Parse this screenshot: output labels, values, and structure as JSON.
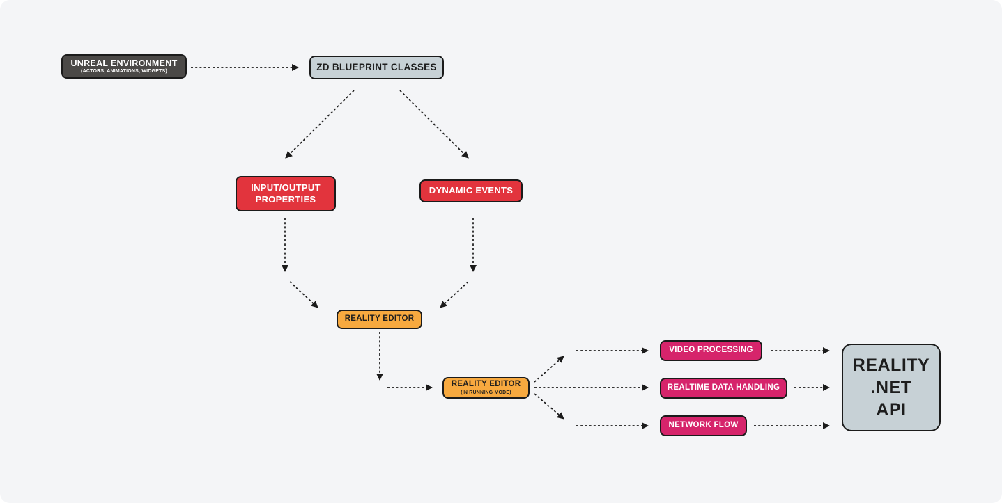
{
  "canvas": {
    "background": "#f4f5f7"
  },
  "colors": {
    "dark": "#4b4947",
    "slate": "#c7d1d6",
    "red": "#e2343d",
    "orange": "#f7a93f",
    "pink": "#d6246b",
    "arrow": "#1b1b1b",
    "node_border": "#1b1b1b"
  },
  "nodes": [
    {
      "id": "unreal-environment",
      "label": "UNREAL ENVIRONMENT",
      "sublabel": "(ACTORS, ANIMATIONS, WIDGETS)",
      "color_key": "dark",
      "text_color": "#ffffff"
    },
    {
      "id": "zd-blueprint-classes",
      "label": "ZD BLUEPRINT CLASSES",
      "color_key": "slate",
      "text_color": "#1d1d1d"
    },
    {
      "id": "input-output-properties",
      "label": "INPUT/OUTPUT PROPERTIES",
      "color_key": "red",
      "text_color": "#ffffff"
    },
    {
      "id": "dynamic-events",
      "label": "DYNAMIC EVENTS",
      "color_key": "red",
      "text_color": "#ffffff"
    },
    {
      "id": "reality-editor",
      "label": "REALITY EDITOR",
      "color_key": "orange",
      "text_color": "#201f1e"
    },
    {
      "id": "reality-editor-running",
      "label": "REALITY EDITOR",
      "sublabel": "(IN RUNNING MODE)",
      "color_key": "orange",
      "text_color": "#201f1e"
    },
    {
      "id": "video-processing",
      "label": "VIDEO PROCESSING",
      "color_key": "pink",
      "text_color": "#ffffff"
    },
    {
      "id": "realtime-data-handling",
      "label": "REALTIME DATA HANDLING",
      "color_key": "pink",
      "text_color": "#ffffff"
    },
    {
      "id": "network-flow",
      "label": "NETWORK FLOW",
      "color_key": "pink",
      "text_color": "#ffffff"
    },
    {
      "id": "reality-net-api",
      "label": "REALITY .NET API",
      "lines": [
        "REALITY",
        ".NET",
        "API"
      ],
      "color_key": "slate",
      "text_color": "#1d1d1d"
    }
  ],
  "edges": [
    {
      "from": "unreal-environment",
      "to": "zd-blueprint-classes",
      "style": "dashed-arrow"
    },
    {
      "from": "zd-blueprint-classes",
      "to": "input-output-properties",
      "style": "dashed-arrow"
    },
    {
      "from": "zd-blueprint-classes",
      "to": "dynamic-events",
      "style": "dashed-arrow"
    },
    {
      "from": "input-output-properties",
      "to": "reality-editor",
      "style": "dashed-arrow"
    },
    {
      "from": "dynamic-events",
      "to": "reality-editor",
      "style": "dashed-arrow"
    },
    {
      "from": "reality-editor",
      "to": "reality-editor-running",
      "style": "dashed-arrow"
    },
    {
      "from": "reality-editor-running",
      "to": "video-processing",
      "style": "dashed-arrow"
    },
    {
      "from": "reality-editor-running",
      "to": "realtime-data-handling",
      "style": "dashed-arrow"
    },
    {
      "from": "reality-editor-running",
      "to": "network-flow",
      "style": "dashed-arrow"
    },
    {
      "from": "video-processing",
      "to": "reality-net-api",
      "style": "dashed-arrow"
    },
    {
      "from": "realtime-data-handling",
      "to": "reality-net-api",
      "style": "dashed-arrow"
    },
    {
      "from": "network-flow",
      "to": "reality-net-api",
      "style": "dashed-arrow"
    }
  ]
}
